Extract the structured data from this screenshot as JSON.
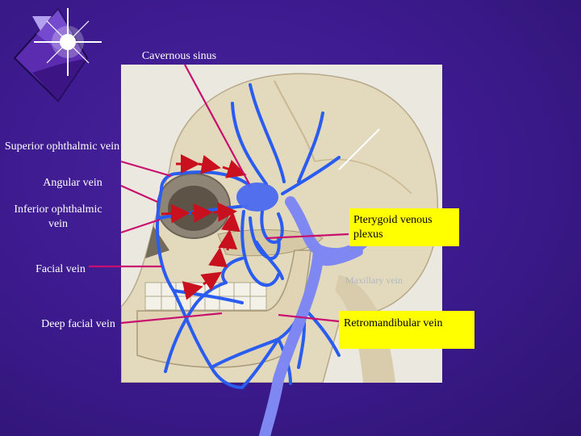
{
  "labels": {
    "cavernous_sinus": "Cavernous sinus",
    "superior_ophthalmic": "Superior ophthalmic vein",
    "angular": "Angular vein",
    "inferior_ophthalmic": "Inferior ophthalmic vein",
    "facial": "Facial vein",
    "deep_facial": "Deep facial vein",
    "pterygoid": "Pterygoid venous plexus",
    "retromandibular": "Retromandibular vein",
    "faded_label": "Maxillary vein"
  },
  "colors": {
    "background": "#3b1a8c",
    "vein": "#2a5cf0",
    "vein_light": "#7f88f2",
    "pointer": "#c8106e",
    "arrow": "#c8101e",
    "label_box": "#ffff00"
  },
  "icons": [
    "sparkle-logo-icon"
  ]
}
